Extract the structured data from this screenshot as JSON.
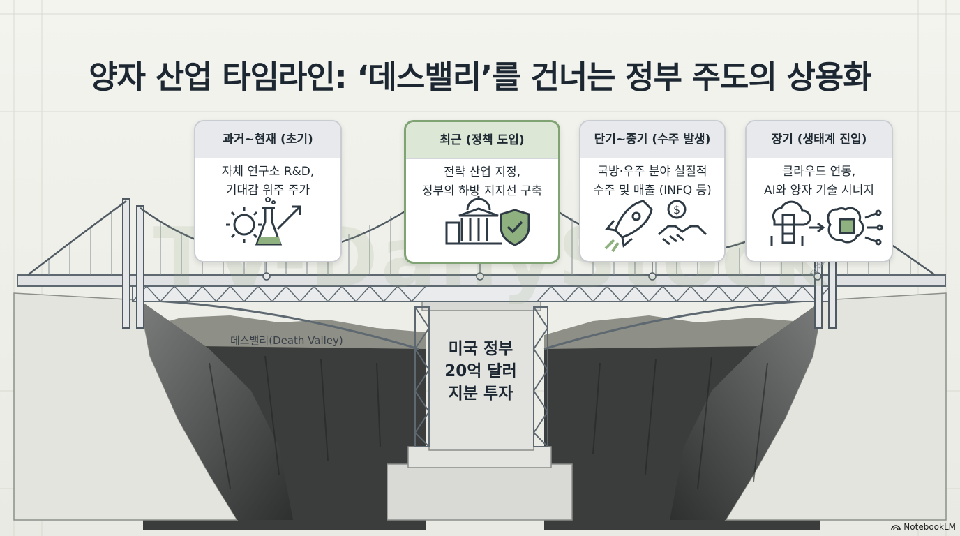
{
  "title": "양자 산업 타임라인: ‘데스밸리’를 건너는 정부 주도의 상용화",
  "cards": [
    {
      "header": "과거~현재 (초기)",
      "body": "자체 연구소 R&D,\n기대감 위주 주가",
      "icon": "flask-gear-growth-icon"
    },
    {
      "header": "최근 (정책 도입)",
      "body": "전략 산업 지정,\n정부의 하방 지지선 구축",
      "icon": "capitol-shield-icon"
    },
    {
      "header": "단기~중기 (수주 발생)",
      "body": "국방·우주 분야 실질적\n수주 및 매출 (INFQ 등)",
      "icon": "rocket-handshake-icon"
    },
    {
      "header": "장기 (생태계 진입)",
      "body": "클라우드 연동,\nAI와 양자 기술 시너지",
      "icon": "cloud-ai-chip-icon"
    }
  ],
  "pier_text": "미국 정부\n20억 달러\n지분 투자",
  "valley_label": "데스밸리(Death Valley)",
  "watermark": "TV-DailyStock",
  "brand": "NotebookLM",
  "colors": {
    "background": "#f2f2ec",
    "active_border": "#7fa372",
    "title": "#1c2732"
  }
}
